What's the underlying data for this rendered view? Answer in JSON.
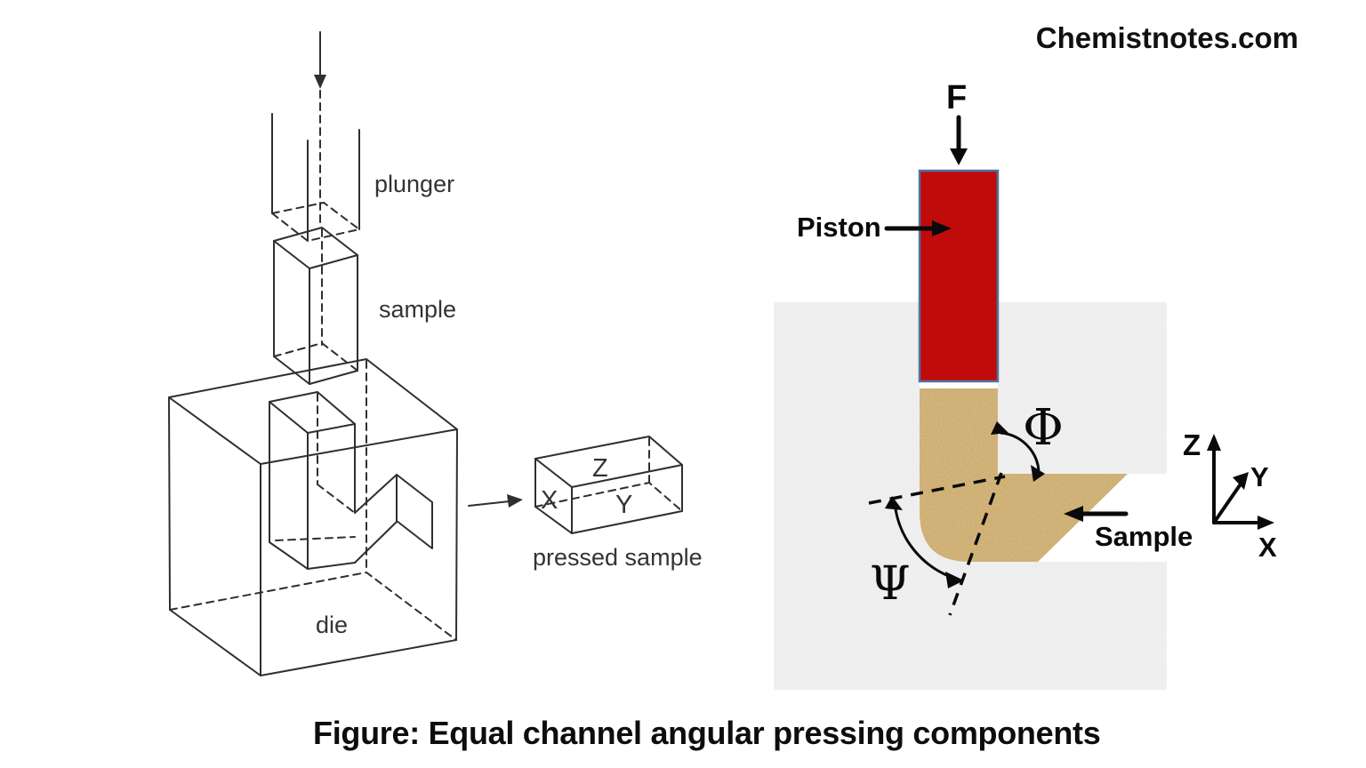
{
  "header": {
    "watermark": "Chemistnotes.com"
  },
  "caption": {
    "text": "Figure: Equal channel angular pressing components"
  },
  "left_figure": {
    "plunger_label": "plunger",
    "sample_label": "sample",
    "die_label": "die",
    "pressed_sample_label": "pressed sample",
    "pressed_axes": {
      "x": "X",
      "y": "Y",
      "z": "Z"
    }
  },
  "right_figure": {
    "force_label": "F",
    "piston_label": "Piston",
    "sample_label": "Sample",
    "phi_label": "Φ",
    "psi_label": "Ψ",
    "axes": {
      "x": "X",
      "y": "Y",
      "z": "Z"
    },
    "colors": {
      "piston_fill": "#c00b0b",
      "piston_border": "#4f74a8",
      "die_fill": "#f1f1f1",
      "sample_fill": "#dcbb80"
    }
  }
}
